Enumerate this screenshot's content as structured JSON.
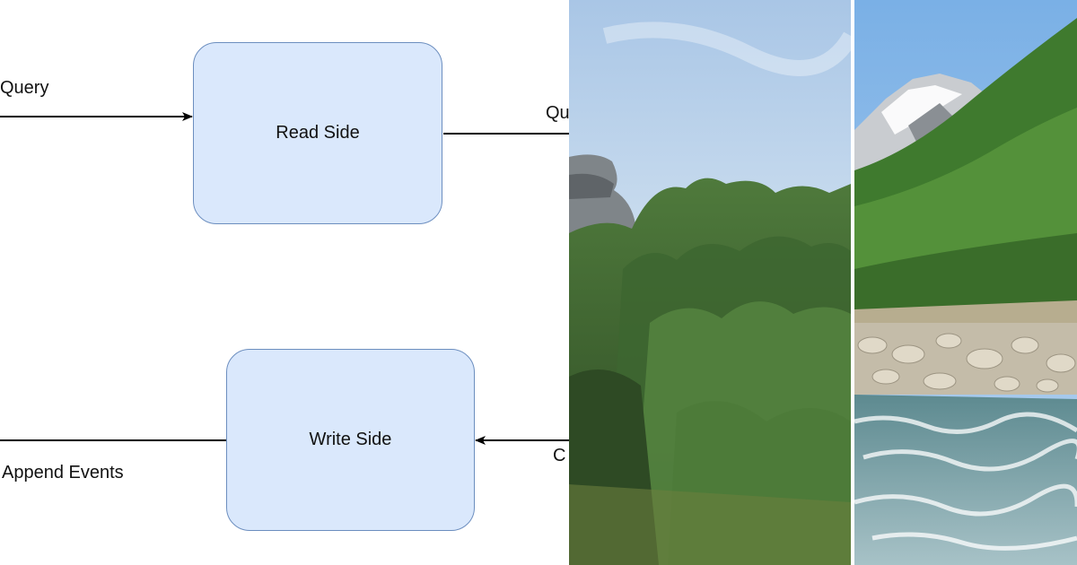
{
  "diagram": {
    "read_box": "Read Side",
    "write_box": "Write Side",
    "query_in_label": "Query",
    "query_out_label": "Qu",
    "append_label": "Append Events",
    "command_in_label": "C",
    "colors": {
      "box_fill": "#dae8fc",
      "box_stroke": "#6c8ebf",
      "line": "#000000"
    }
  },
  "photos": [
    {
      "subject": "pine-trees-under-sky"
    },
    {
      "subject": "mountain-river-valley"
    }
  ]
}
